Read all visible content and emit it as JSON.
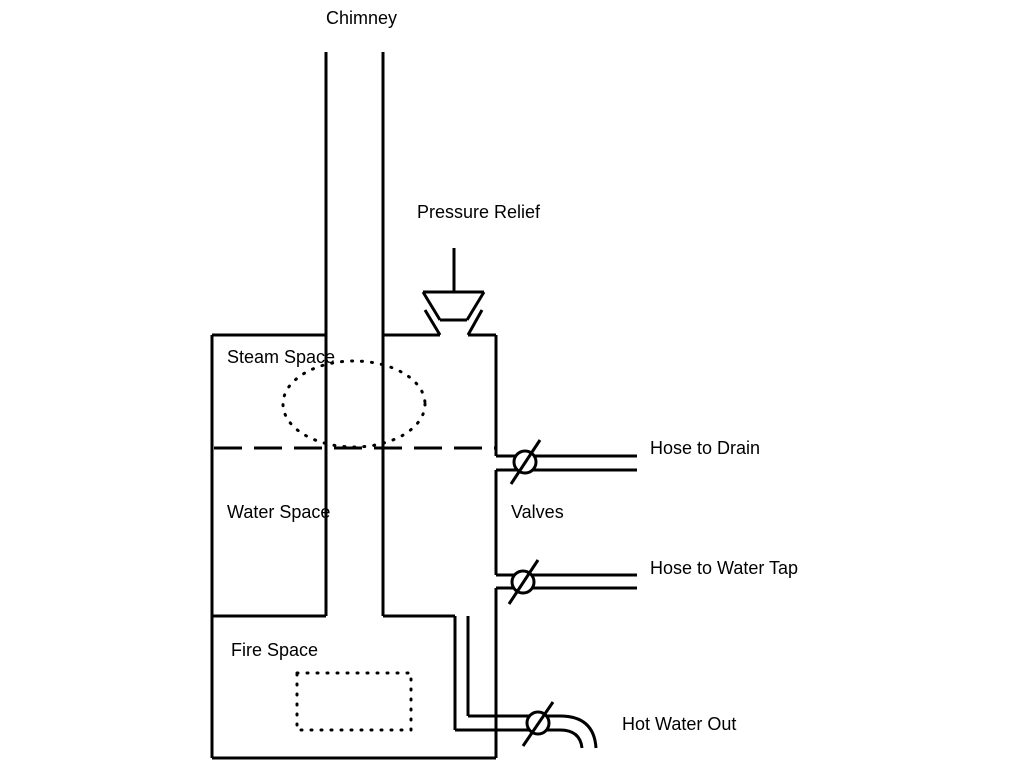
{
  "labels": {
    "chimney": "Chimney",
    "pressure_relief": "Pressure Relief",
    "steam_space": "Steam Space",
    "water_space": "Water Space",
    "fire_space": "Fire Space",
    "valves": "Valves",
    "hose_to_drain": "Hose to Drain",
    "hose_to_water_tap": "Hose to Water Tap",
    "hot_water_out": "Hot Water Out"
  }
}
